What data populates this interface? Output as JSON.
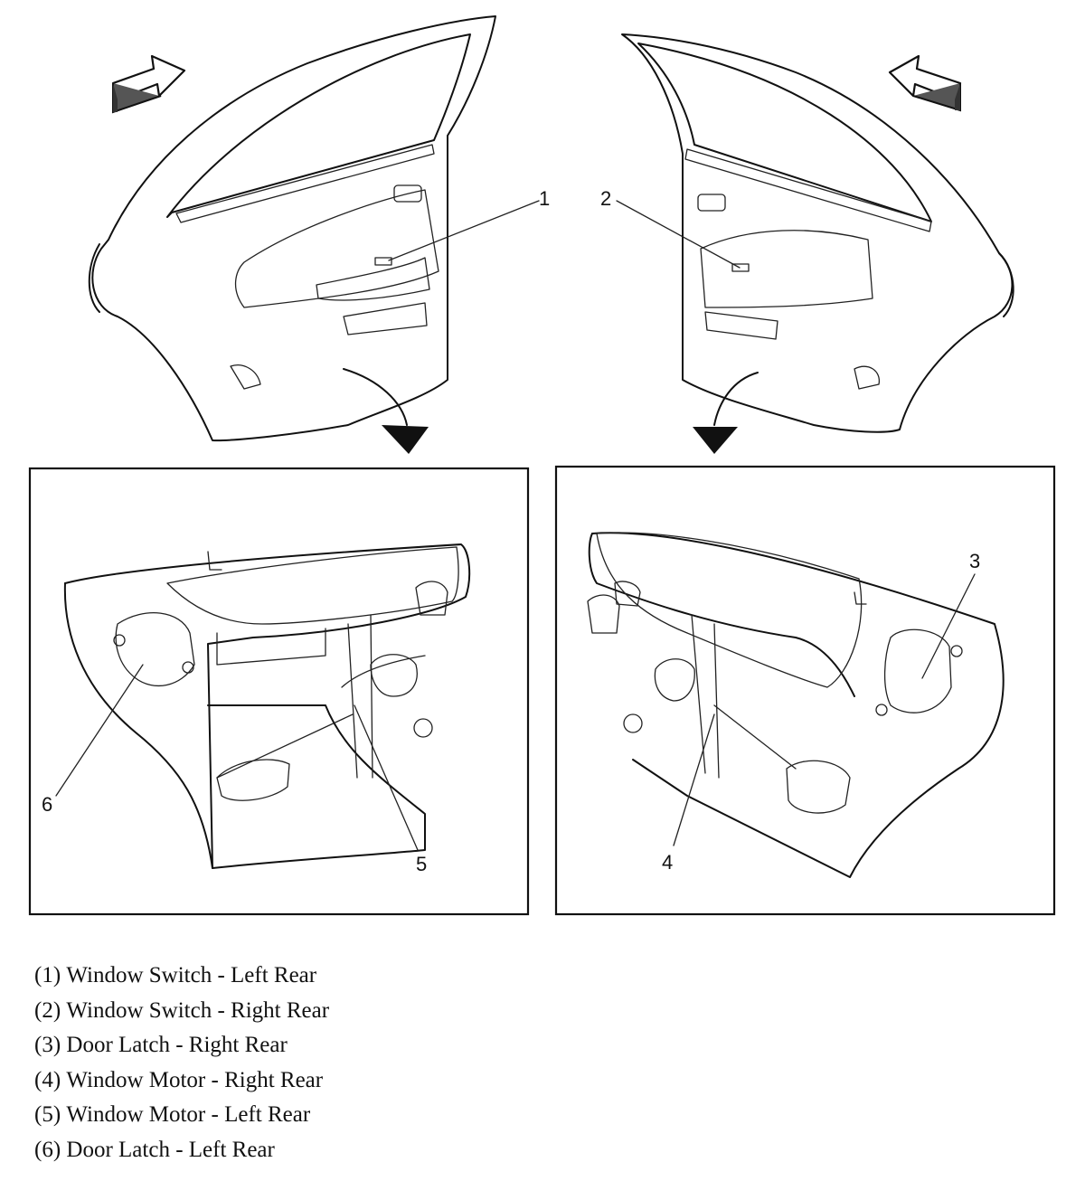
{
  "callouts": [
    {
      "id": "1",
      "label": "1"
    },
    {
      "id": "2",
      "label": "2"
    },
    {
      "id": "3",
      "label": "3"
    },
    {
      "id": "4",
      "label": "4"
    },
    {
      "id": "5",
      "label": "5"
    },
    {
      "id": "6",
      "label": "6"
    }
  ],
  "legend": [
    {
      "number": "(1)",
      "text": "Window Switch - Left Rear"
    },
    {
      "number": "(2)",
      "text": "Window Switch - Right Rear"
    },
    {
      "number": "(3)",
      "text": "Door Latch - Right Rear"
    },
    {
      "number": "(4)",
      "text": "Window Motor - Right Rear"
    },
    {
      "number": "(5)",
      "text": "Window Motor - Left Rear"
    },
    {
      "number": "(6)",
      "text": "Door Latch - Left Rear"
    }
  ]
}
